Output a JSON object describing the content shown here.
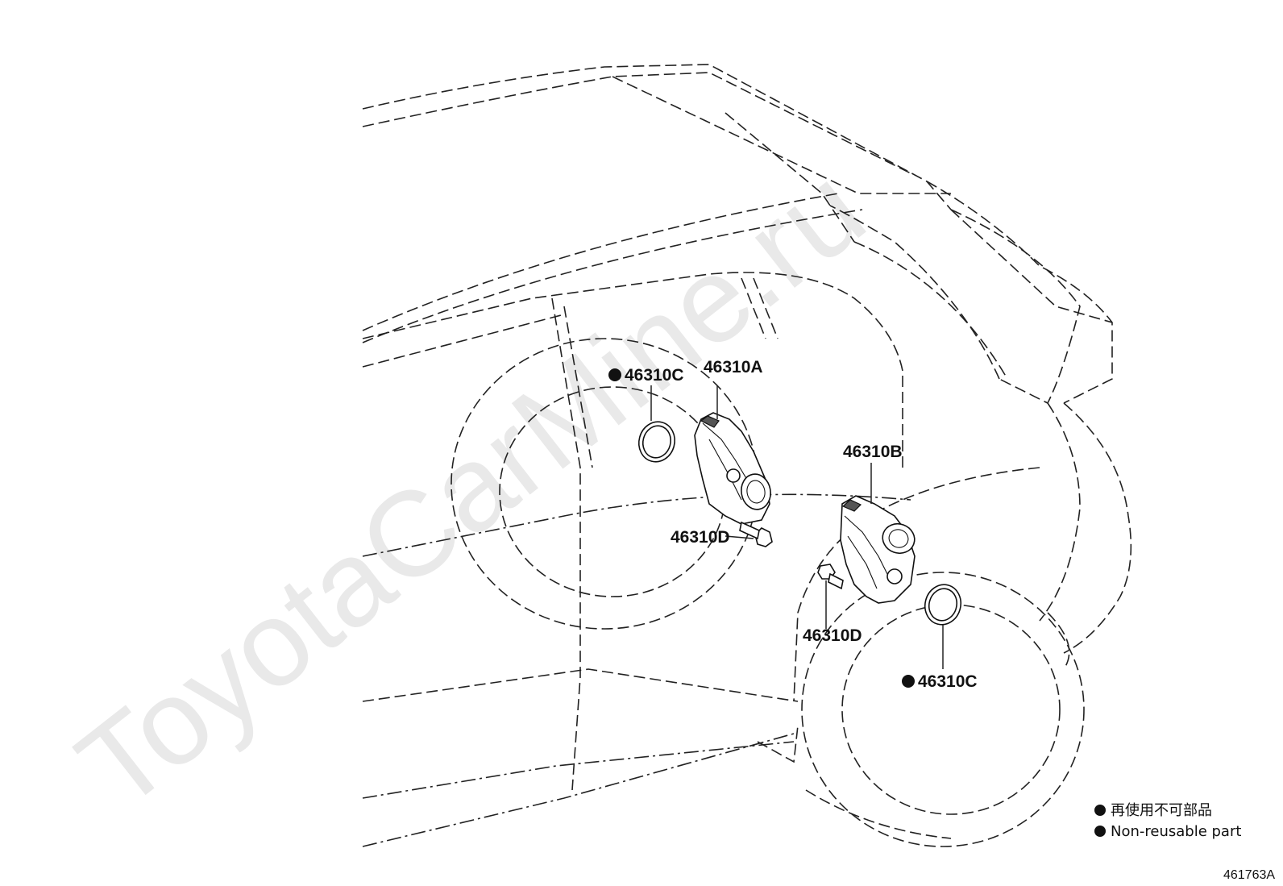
{
  "watermark": "ToyotaCarMine.ru",
  "callouts": {
    "seal_upper": "46310C",
    "actuator_a": "46310A",
    "actuator_b": "46310B",
    "bolt_upper": "46310D",
    "bolt_lower": "46310D",
    "seal_lower": "46310C"
  },
  "legend": {
    "line_jp": "再使用不可部品",
    "line_en": "Non-reusable part"
  },
  "figure_id": "461763A"
}
